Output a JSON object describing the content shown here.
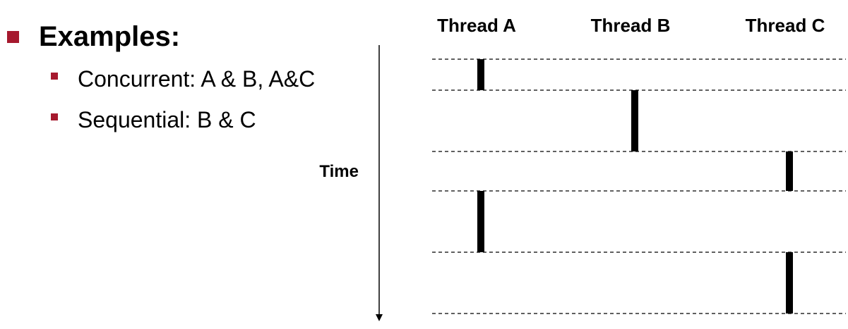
{
  "colors": {
    "bullet": "#a6192e",
    "ink": "#000000"
  },
  "bullets": {
    "main": "Examples:",
    "sub": [
      "Concurrent: A & B, A&C",
      "Sequential: B & C"
    ]
  },
  "axis": {
    "label": "Time"
  },
  "threads": [
    {
      "name": "Thread A",
      "intervals": [
        [
          0,
          1
        ],
        [
          3,
          4
        ]
      ]
    },
    {
      "name": "Thread B",
      "intervals": [
        [
          1,
          2
        ]
      ]
    },
    {
      "name": "Thread C",
      "intervals": [
        [
          2,
          3
        ],
        [
          4,
          5
        ]
      ]
    }
  ],
  "time_marks": [
    0,
    1,
    2,
    3,
    4,
    5
  ]
}
